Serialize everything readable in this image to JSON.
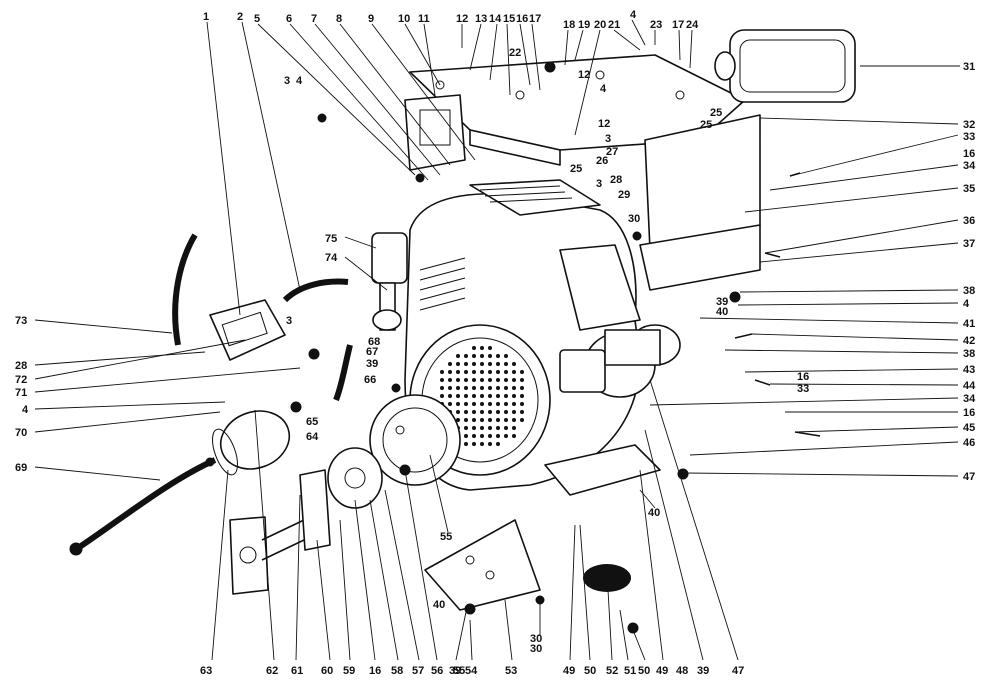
{
  "diagram": {
    "callout_numbers": [
      "1",
      "2",
      "5",
      "6",
      "7",
      "8",
      "9",
      "10",
      "11",
      "12",
      "13",
      "14",
      "15",
      "16",
      "17",
      "18",
      "19",
      "20",
      "21",
      "4",
      "23",
      "17",
      "24",
      "31",
      "3",
      "4",
      "22",
      "12",
      "4",
      "25",
      "32",
      "33",
      "16",
      "34",
      "35",
      "36",
      "37",
      "38",
      "4",
      "12",
      "25",
      "3",
      "26",
      "27",
      "25",
      "3",
      "28",
      "29",
      "30",
      "30",
      "39",
      "40",
      "41",
      "42",
      "38",
      "43",
      "16",
      "33",
      "44",
      "34",
      "16",
      "45",
      "46",
      "47",
      "75",
      "74",
      "73",
      "28",
      "72",
      "71",
      "3",
      "68",
      "39",
      "67",
      "66",
      "4",
      "70",
      "65",
      "64",
      "69",
      "55",
      "40",
      "40",
      "63",
      "62",
      "61",
      "60",
      "59",
      "16",
      "58",
      "57",
      "56",
      "55",
      "39",
      "54",
      "53",
      "30",
      "49",
      "50",
      "52",
      "51",
      "50",
      "49",
      "48",
      "39",
      "47"
    ]
  }
}
